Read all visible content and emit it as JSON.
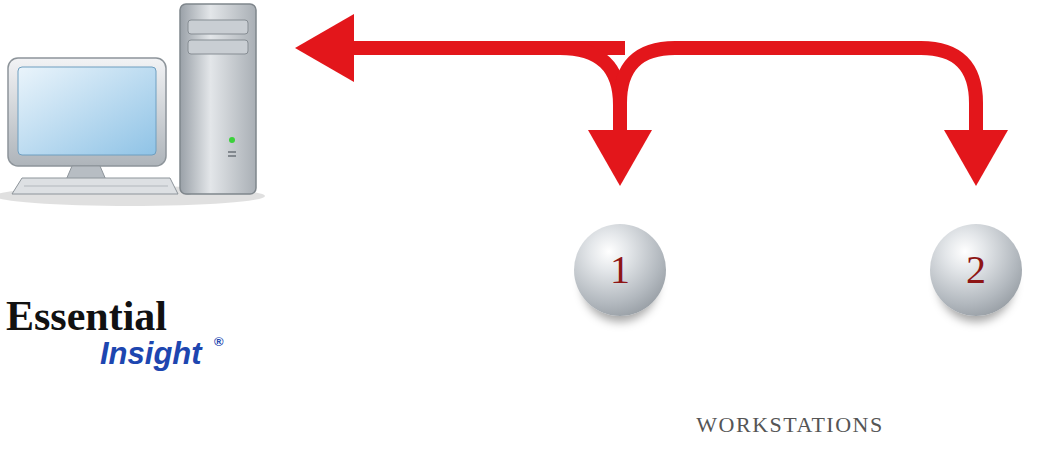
{
  "diagram": {
    "nodes": [
      {
        "text": [
          "1"
        ]
      },
      {
        "text": [
          "2"
        ]
      }
    ],
    "edges": [
      {
        "from": 0,
        "to": 1,
        "arrow": "both"
      }
    ],
    "labels": [
      "Essential",
      "Insight",
      "®",
      "WORKSTATIONS"
    ]
  }
}
